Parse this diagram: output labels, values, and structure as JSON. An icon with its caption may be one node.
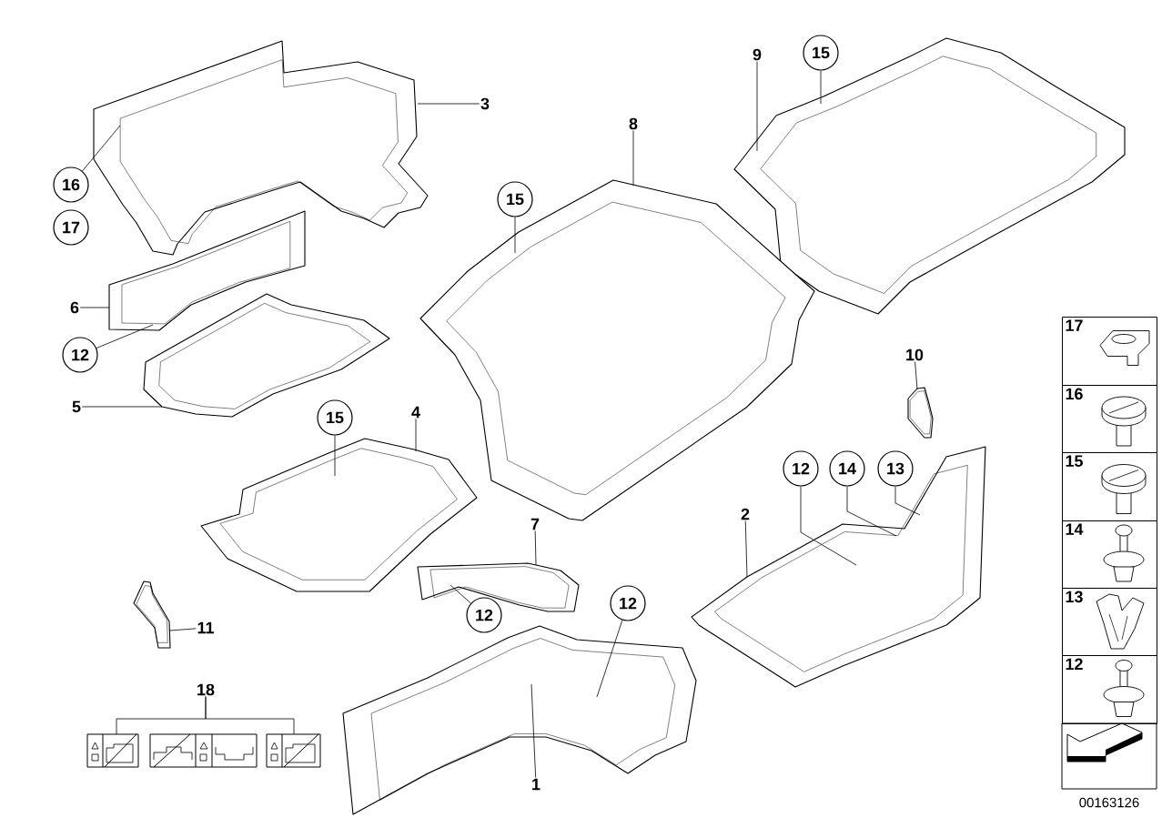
{
  "diagram": {
    "nodes": [
      {
        "text": [
          "15"
        ]
      },
      {
        "text": [
          "9"
        ]
      },
      {
        "text": [],
        "shape": "picture"
      },
      {
        "text": [
          "3"
        ]
      },
      {
        "text": [],
        "shape": "picture"
      },
      {
        "text": [
          "8"
        ]
      },
      {
        "text": [],
        "shape": "picture"
      },
      {
        "text": [
          "16"
        ]
      },
      {
        "text": [
          "15"
        ]
      },
      {
        "text": [
          "17"
        ]
      },
      {
        "text": [],
        "shape": "picture"
      },
      {
        "text": [
          "6"
        ]
      },
      {
        "text": [
          "12"
        ]
      },
      {
        "text": [],
        "shape": "picture"
      },
      {
        "text": [
          "5"
        ]
      },
      {
        "text": [
          "10"
        ]
      },
      {
        "text": [],
        "shape": "picture"
      },
      {
        "text": [
          "4"
        ]
      },
      {
        "text": [
          "15"
        ]
      },
      {
        "text": [],
        "shape": "picture"
      },
      {
        "text": [
          "12"
        ]
      },
      {
        "text": [
          "14"
        ]
      },
      {
        "text": [
          "13"
        ]
      },
      {
        "text": [
          "2"
        ]
      },
      {
        "text": [],
        "shape": "picture"
      },
      {
        "text": [
          "7"
        ]
      },
      {
        "text": [],
        "shape": "picture"
      },
      {
        "text": [
          "12"
        ]
      },
      {
        "text": [
          "12"
        ]
      },
      {
        "text": [],
        "shape": "picture"
      },
      {
        "text": [
          "11"
        ]
      },
      {
        "text": [],
        "shape": "picture"
      },
      {
        "text": [
          "18"
        ]
      },
      {
        "text": [],
        "shape": "picture"
      },
      {
        "text": [],
        "shape": "picture"
      },
      {
        "text": [],
        "shape": "picture"
      },
      {
        "text": [
          "1"
        ]
      },
      {
        "text": [
          "17"
        ]
      },
      {
        "text": [
          "16"
        ]
      },
      {
        "text": [
          "15"
        ]
      },
      {
        "text": [
          "14"
        ]
      },
      {
        "text": [
          "13"
        ]
      },
      {
        "text": [
          "12"
        ]
      },
      {
        "text": [],
        "shape": "box"
      }
    ],
    "edges": [
      {
        "from": 1,
        "to": 2,
        "arrow": "none"
      },
      {
        "from": 0,
        "to": 2,
        "arrow": "none"
      },
      {
        "from": 3,
        "to": 4,
        "arrow": "none"
      },
      {
        "from": 7,
        "to": 4,
        "arrow": "none"
      },
      {
        "from": 5,
        "to": 6,
        "arrow": "none"
      },
      {
        "from": 8,
        "to": 6,
        "arrow": "none"
      },
      {
        "from": 11,
        "to": 10,
        "arrow": "none"
      },
      {
        "from": 12,
        "to": 10,
        "arrow": "none"
      },
      {
        "from": 14,
        "to": 13,
        "arrow": "none"
      },
      {
        "from": 15,
        "to": 16,
        "arrow": "none"
      },
      {
        "from": 17,
        "to": 19,
        "arrow": "none"
      },
      {
        "from": 18,
        "to": 19,
        "arrow": "none"
      },
      {
        "from": 20,
        "to": 24,
        "arrow": "none"
      },
      {
        "from": 21,
        "to": 24,
        "arrow": "none"
      },
      {
        "from": 22,
        "to": 24,
        "arrow": "none"
      },
      {
        "from": 23,
        "to": 24,
        "arrow": "none"
      },
      {
        "from": 25,
        "to": 26,
        "arrow": "none"
      },
      {
        "from": 27,
        "to": 26,
        "arrow": "none"
      },
      {
        "from": 28,
        "to": 29,
        "arrow": "none"
      },
      {
        "from": 36,
        "to": 29,
        "arrow": "none"
      },
      {
        "from": 30,
        "to": 31,
        "arrow": "none"
      },
      {
        "from": 32,
        "to": 33,
        "arrow": "none"
      },
      {
        "from": 32,
        "to": 35,
        "arrow": "none"
      }
    ],
    "labels": [
      "00163126"
    ]
  }
}
